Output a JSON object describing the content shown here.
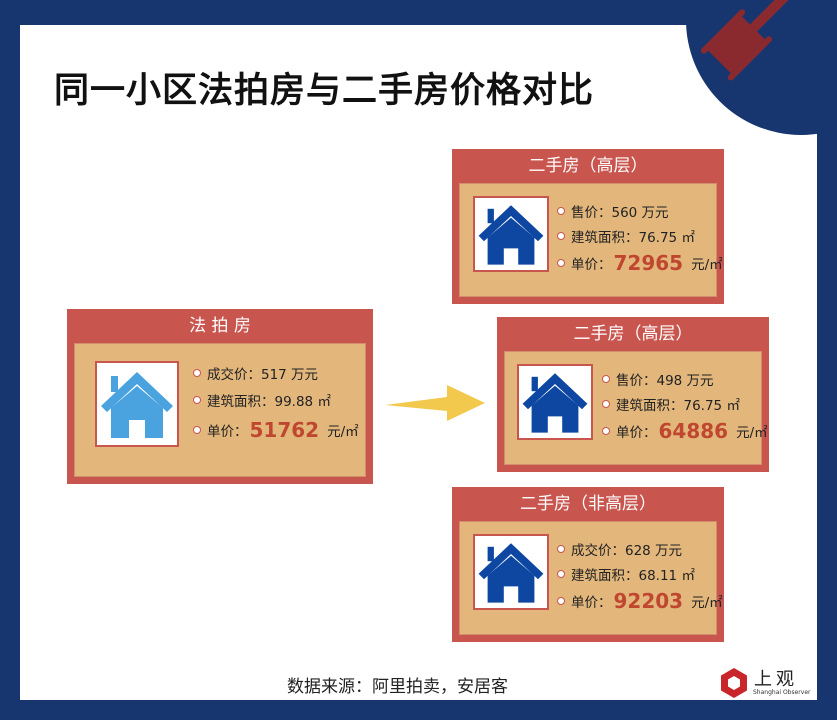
{
  "title": "同一小区法拍房与二手房价格对比",
  "colors": {
    "frame": "#17366f",
    "card_header": "#c9554f",
    "card_body": "#e3b77c",
    "price_highlight": "#c0472f",
    "arrow": "#f2c94c",
    "auction_house_icon": "#4aa3df",
    "secondhand_house_icon": "#0d47a1",
    "gavel": "#8b2a2e"
  },
  "auction": {
    "header": "法 拍 房",
    "icon": "house-icon",
    "rows": [
      {
        "label": "成交价：",
        "value": "517 万元"
      },
      {
        "label": "建筑面积：",
        "value": "99.88 ㎡"
      },
      {
        "label": "单价：",
        "value": "51762",
        "unit": "元/㎡"
      }
    ]
  },
  "secondhand": [
    {
      "header": "二手房（高层）",
      "icon": "house-icon",
      "rows": [
        {
          "label": "售价：",
          "value": "560 万元"
        },
        {
          "label": "建筑面积：",
          "value": "76.75 ㎡"
        },
        {
          "label": "单价：",
          "value": "72965",
          "unit": "元/㎡"
        }
      ]
    },
    {
      "header": "二手房（高层）",
      "icon": "house-icon",
      "rows": [
        {
          "label": "售价：",
          "value": "498 万元"
        },
        {
          "label": "建筑面积：",
          "value": "76.75 ㎡"
        },
        {
          "label": "单价：",
          "value": "64886",
          "unit": "元/㎡"
        }
      ]
    },
    {
      "header": "二手房（非高层）",
      "icon": "house-icon",
      "rows": [
        {
          "label": "成交价：",
          "value": "628 万元"
        },
        {
          "label": "建筑面积：",
          "value": "68.11 ㎡"
        },
        {
          "label": "单价：",
          "value": "92203",
          "unit": "元/㎡"
        }
      ]
    }
  ],
  "footer": {
    "source": "数据来源：阿里拍卖，安居客",
    "logo_cn": "上观",
    "logo_en": "Shanghai Observer"
  }
}
